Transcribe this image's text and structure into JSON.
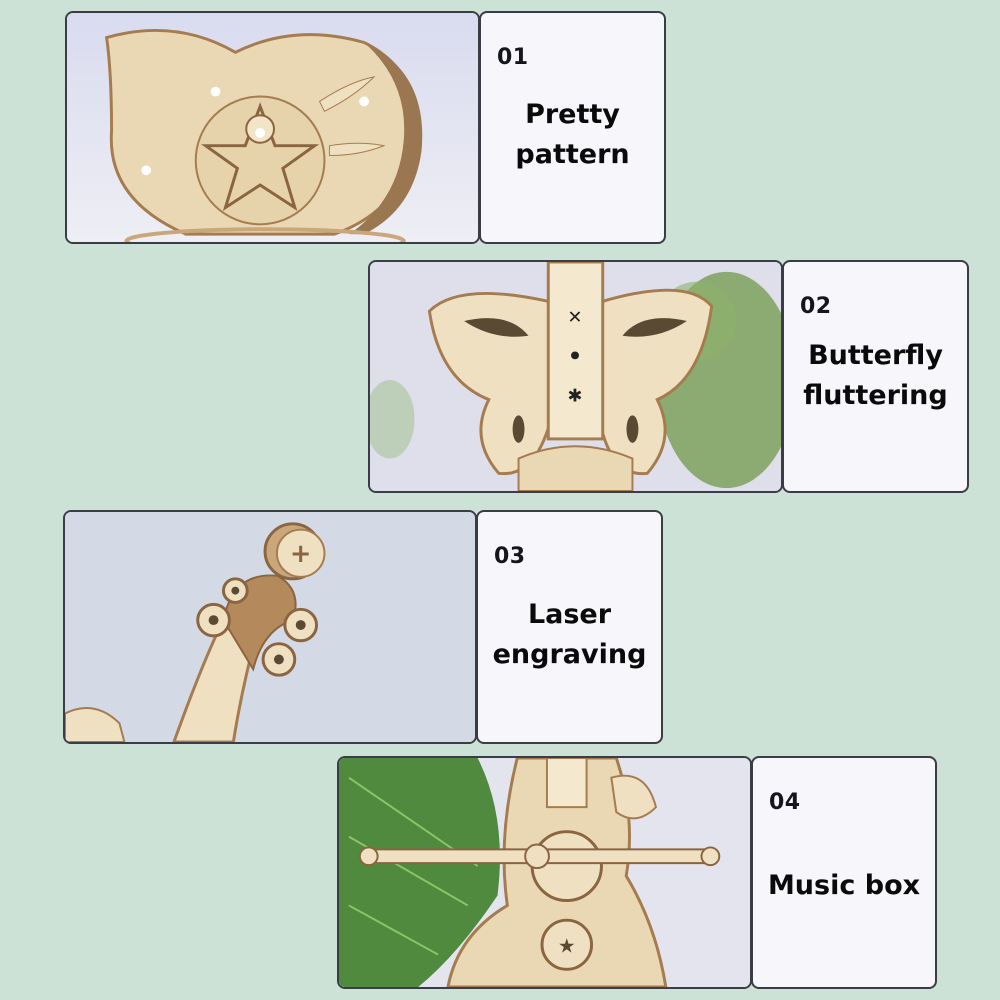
{
  "colors": {
    "background": "#cde2d6",
    "card_fill": "#f6f6fb",
    "border": "#3a3d45",
    "text": "#0a0a0a",
    "wood_light": "#efe0c2",
    "wood_dark": "#a57c4f",
    "leaf": "#4f8a3e"
  },
  "features": [
    {
      "number": "01",
      "title_line1": "Pretty",
      "title_line2": "pattern",
      "image": "wooden-violin-body-star-ornament-photo"
    },
    {
      "number": "02",
      "title_line1": "Butterfly",
      "title_line2": "fluttering",
      "image": "wooden-butterfly-wings-photo"
    },
    {
      "number": "03",
      "title_line1": "Laser",
      "title_line2": "engraving",
      "image": "wooden-violin-scroll-pegs-photo"
    },
    {
      "number": "04",
      "title_line1": "Music box",
      "title_line2": "",
      "image": "wooden-music-box-bow-photo"
    }
  ]
}
